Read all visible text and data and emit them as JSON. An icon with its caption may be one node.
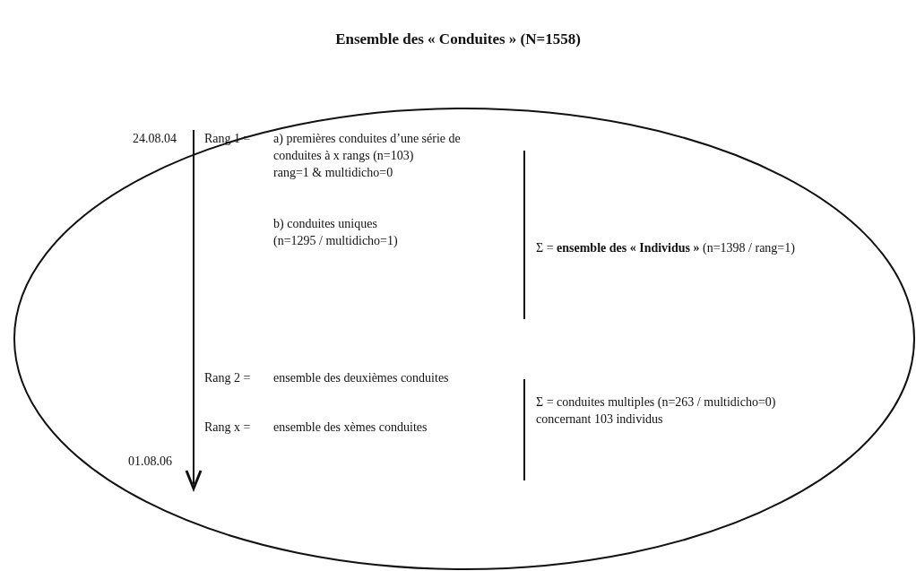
{
  "diagram": {
    "title": "Ensemble des « Conduites » (N=1558)",
    "nodes": [
      {
        "text": [
          "24.08.04",
          "Rang 1 =",
          "a) premières conduites d’une série de conduites à x rangs (n=103)",
          "rang=1 & multidicho=0",
          "b) conduites uniques (n=1295 / multidicho=1)",
          "Σ = **ensemble des « Individus »** (n=1398 / rang=1)",
          "Rang 2 =",
          "ensemble des deuxièmes conduites",
          "Σ = conduites multiples (n=263 / multidicho=0)",
          "concernant 103 individus",
          "Rang x =",
          "ensemble des xèmes conduites",
          "01.08.06"
        ]
      }
    ]
  }
}
